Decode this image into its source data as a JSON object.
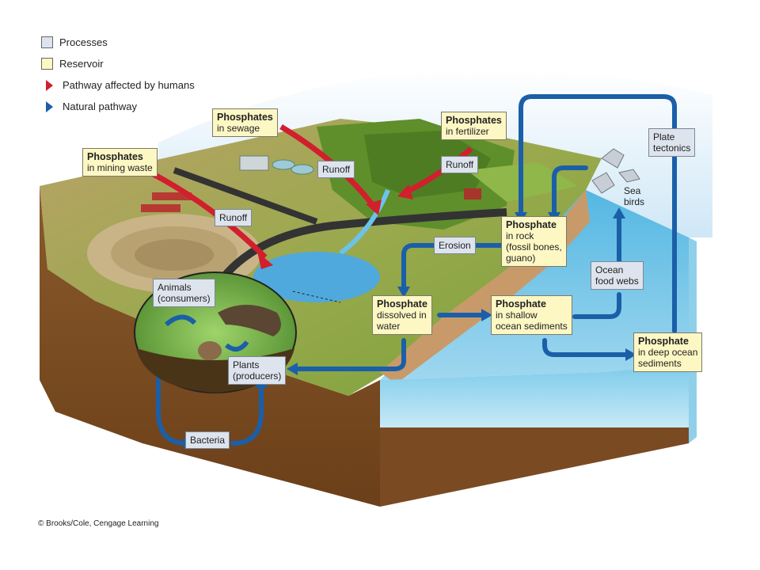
{
  "legend": {
    "processes": "Processes",
    "reservoir": "Reservoir",
    "human_pathway": "Pathway affected by humans",
    "natural_pathway": "Natural pathway",
    "colors": {
      "process": "#dde4ee",
      "reservoir": "#fdf7c4",
      "human": "#d11f2e",
      "natural": "#1a5fa8"
    }
  },
  "reservoirs": {
    "sewage": {
      "title": "Phosphates",
      "sub": "in sewage"
    },
    "fertilizer": {
      "title": "Phosphates",
      "sub": "in fertilizer"
    },
    "mining": {
      "title": "Phosphates",
      "sub": "in mining waste"
    },
    "rock": {
      "title": "Phosphate",
      "sub1": "in rock",
      "sub2": "(fossil bones,",
      "sub3": "guano)"
    },
    "dissolved": {
      "title": "Phosphate",
      "sub1": "dissolved in",
      "sub2": "water"
    },
    "shallow": {
      "title": "Phosphate",
      "sub1": "in shallow",
      "sub2": "ocean sediments"
    },
    "deep": {
      "title": "Phosphate",
      "sub1": "in deep ocean",
      "sub2": "sediments"
    }
  },
  "processes": {
    "runoff_sewage": "Runoff",
    "runoff_fertilizer": "Runoff",
    "runoff_mining": "Runoff",
    "erosion": "Erosion",
    "plate_tectonics_1": "Plate",
    "plate_tectonics_2": "tectonics",
    "ocean_food_webs_1": "Ocean",
    "ocean_food_webs_2": "food webs",
    "animals_1": "Animals",
    "animals_2": "(consumers)",
    "plants_1": "Plants",
    "plants_2": "(producers)",
    "bacteria": "Bacteria"
  },
  "sea_birds_1": "Sea",
  "sea_birds_2": "birds",
  "credit": "© Brooks/Cole, Cengage Learning"
}
